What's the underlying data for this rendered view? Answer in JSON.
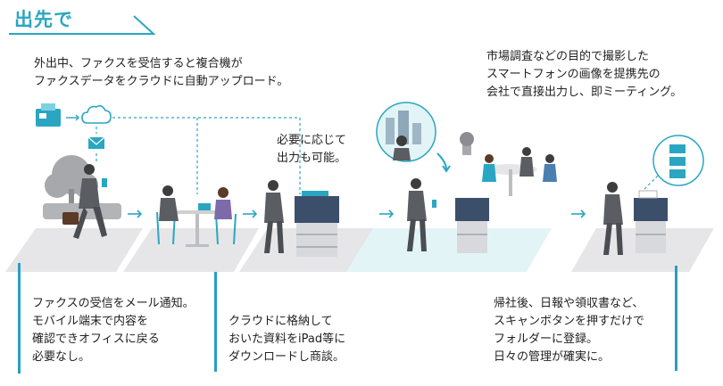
{
  "heading": "出先で",
  "captions": {
    "fax_forward": "外出中、ファクスを受信すると複合機が\nファクスデータをクラウドに自動アップロード。",
    "print_out": "必要に応じて\n出力も可能。",
    "smartphone": "市場調査などの目的で撮影した\nスマートフォンの画像を提携先の\n会社で直接出力し、即ミーティング。",
    "mail_notice": "ファクスの受信をメール通知。\nモバイル端末で内容を\n確認できオフィスに戻る\n必要なし。",
    "cloud_docs": "クラウドに格納して\nおいた資料をiPad等に\nダウンロードし商談。",
    "scan_return": "帰社後、日報や領収書など、\nスキャンボタンを押すだけで\nフォルダーに登録。\n日々の管理が確実に。"
  },
  "colors": {
    "accent": "#2aa6c2",
    "platform": "#e6e6e8",
    "platform_highlight": "#e3f4f6",
    "suit": "#5a5d62",
    "printer": "#3b4f6b"
  },
  "icons": [
    "fax-machine-icon",
    "cloud-icon",
    "mail-icon",
    "document-folder-icon",
    "building-icon"
  ]
}
